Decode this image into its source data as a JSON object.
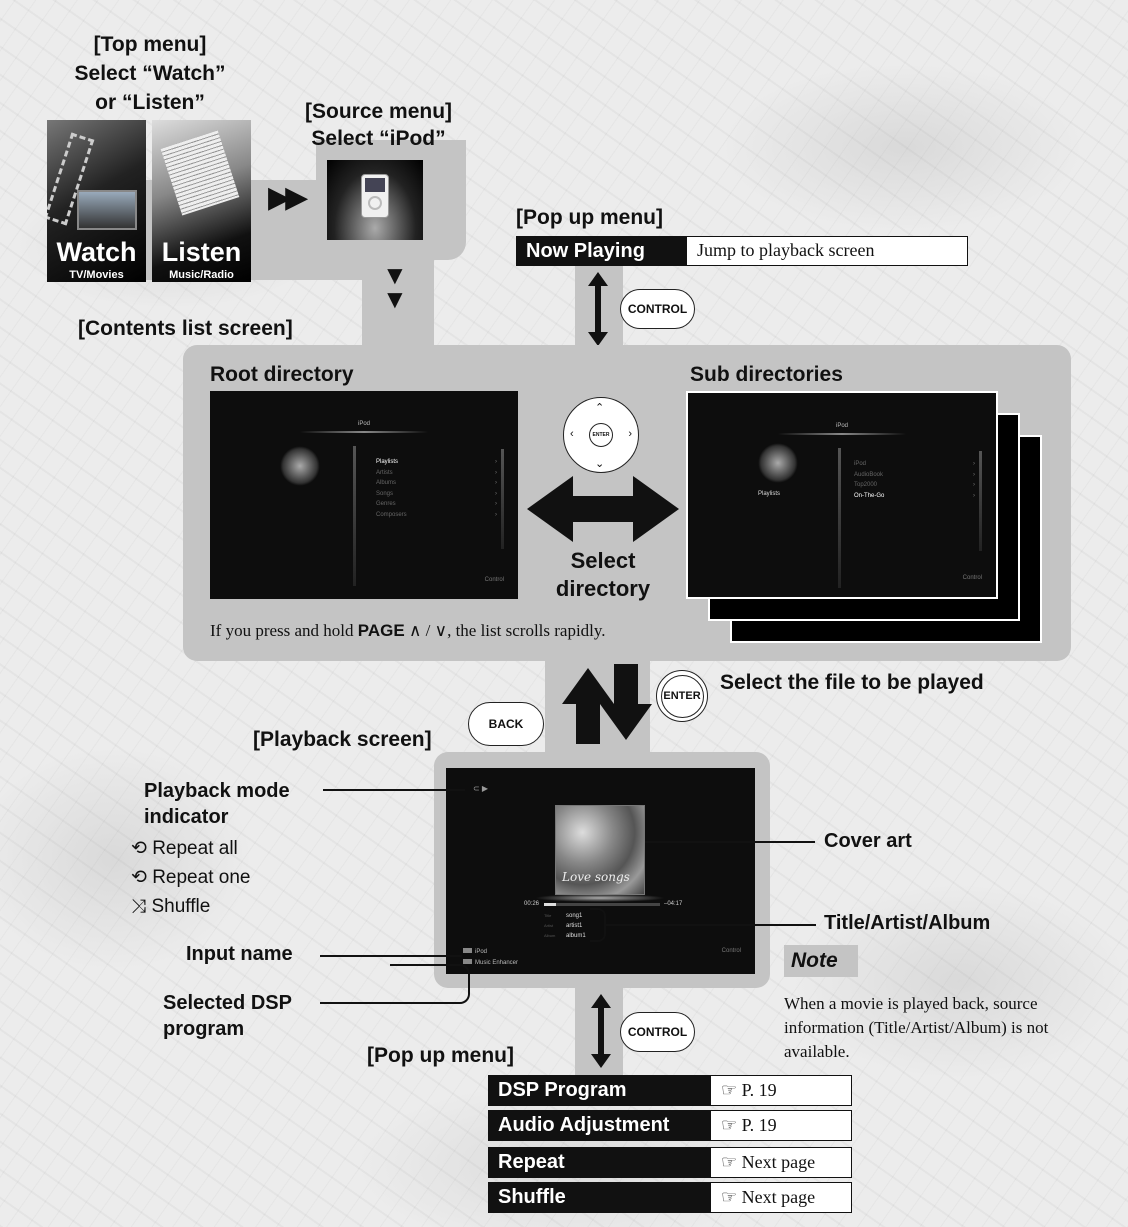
{
  "top_menu": {
    "heading": "[Top menu]",
    "line2": "Select “Watch”",
    "line3": "or “Listen”",
    "watch": {
      "title": "Watch",
      "sub": "TV/Movies"
    },
    "listen": {
      "title": "Listen",
      "sub": "Music/Radio"
    }
  },
  "source_menu": {
    "heading": "[Source menu]",
    "line2": "Select “iPod”"
  },
  "popup_top": {
    "heading": "[Pop up menu]",
    "item": "Now Playing",
    "desc": "Jump to playback screen",
    "button": "CONTROL"
  },
  "contents_heading": "[Contents list screen]",
  "root": {
    "label": "Root directory",
    "screen_title": "iPod",
    "items": [
      "Playlists",
      "Artists",
      "Albums",
      "Songs",
      "Genres",
      "Composers"
    ],
    "control": "Control"
  },
  "sub": {
    "label": "Sub directories",
    "screen_title": "iPod",
    "left_caption": "Playlists",
    "items": [
      "iPod",
      "AudioBook",
      "Top2000",
      "On-The-Go"
    ],
    "control": "Control"
  },
  "dpad_enter": "ENTER",
  "select_dir_line1": "Select",
  "select_dir_line2": "directory",
  "note_scroll": {
    "pre": "If you press and hold ",
    "bold": "PAGE",
    "sym": " ∧ / ∨",
    "post": ", the list scrolls rapidly."
  },
  "back_button": "BACK",
  "enter_button": "ENTER",
  "select_file": "Select the file to be played",
  "playback_heading": "[Playback screen]",
  "playback": {
    "mode_icons": "⊂ ▶",
    "time_left": "00:26",
    "time_right": "–04:17",
    "song_label": "Title",
    "artist_label": "Artist",
    "album_label": "Album",
    "song": "song1",
    "artist": "artist1",
    "album": "album1",
    "input": "iPod",
    "dsp": "Music Enhancer",
    "control": "Control",
    "cover_text": "Love songs"
  },
  "labels": {
    "mode1": "Playback mode",
    "mode2": "indicator",
    "repeat_all": "Repeat all",
    "repeat_one": "Repeat one",
    "shuffle": "Shuffle",
    "input_name": "Input name",
    "dsp1": "Selected DSP",
    "dsp2": "program",
    "cover_art": "Cover art",
    "tag": "Title/Artist/Album"
  },
  "note": {
    "heading": "Note",
    "text": "When a movie is played back, source information (Title/Artist/Album) is not available."
  },
  "popup_bottom": {
    "heading": "[Pop up menu]",
    "button": "CONTROL",
    "rows": [
      {
        "k": "DSP Program",
        "v": "☞ P. 19"
      },
      {
        "k": "Audio Adjustment",
        "v": "☞ P. 19"
      },
      {
        "k": "Repeat",
        "v": "☞ Next page"
      },
      {
        "k": "Shuffle",
        "v": "☞ Next page"
      }
    ]
  }
}
